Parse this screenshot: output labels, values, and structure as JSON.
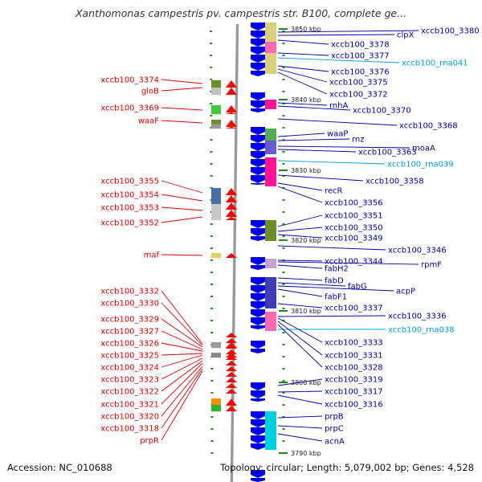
{
  "title": "Xanthomonas campestris pv. campestris str. B100, complete ge...",
  "footer": {
    "accession": "Accession: NC_010688",
    "topology": "Topology: circular; Length: 5,079,002 bp; Genes: 4,528"
  },
  "colors": {
    "left_label": "#e00000",
    "right_label": "#0000aa",
    "rna_label": "#00a0e0",
    "left_arrow": "#ff0000",
    "right_arrow": "#0000ee",
    "backbone": "#999999"
  },
  "ticks": [
    "3850 kbp",
    "3840 kbp",
    "3830 kbp",
    "3820 kbp",
    "3810 kbp",
    "3800 kbp",
    "3790 kbp"
  ],
  "left_genes": [
    "xccb100_3374",
    "gloB",
    "xccb100_3369",
    "waaF",
    "xccb100_3355",
    "xccb100_3354",
    "xccb100_3353",
    "xccb100_3352",
    "maf",
    "xccb100_3332",
    "xccb100_3330",
    "xccb100_3329",
    "xccb100_3327",
    "xccb100_3326",
    "xccb100_3325",
    "xccb100_3324",
    "xccb100_3323",
    "xccb100_3322",
    "xccb100_3321",
    "xccb100_3320",
    "xccb100_3318",
    "prpR"
  ],
  "right_genes": [
    "xccb100_3380",
    "clpX",
    "xccb100_3378",
    "xccb100_3377",
    "xccb100_rna041",
    "xccb100_3376",
    "xccb100_3375",
    "xccb100_3372",
    "rnhA",
    "xccb100_3370",
    "xccb100_3368",
    "waaP",
    "rnz",
    "moaA",
    "xccb100_3363",
    "xccb100_rna039",
    "xccb100_3358",
    "recR",
    "xccb100_3356",
    "xccb100_3351",
    "xccb100_3350",
    "xccb100_3349",
    "xccb100_3346",
    "xccb100_3344",
    "rpmF",
    "fabH2",
    "fabD",
    "fabG",
    "acpP",
    "fabF1",
    "xccb100_3337",
    "xccb100_3336",
    "xccb100_rna038",
    "xccb100_3333",
    "xccb100_3331",
    "xccb100_3328",
    "xccb100_3319",
    "xccb100_3317",
    "xccb100_3316",
    "prpB",
    "prpC",
    "acnA"
  ]
}
